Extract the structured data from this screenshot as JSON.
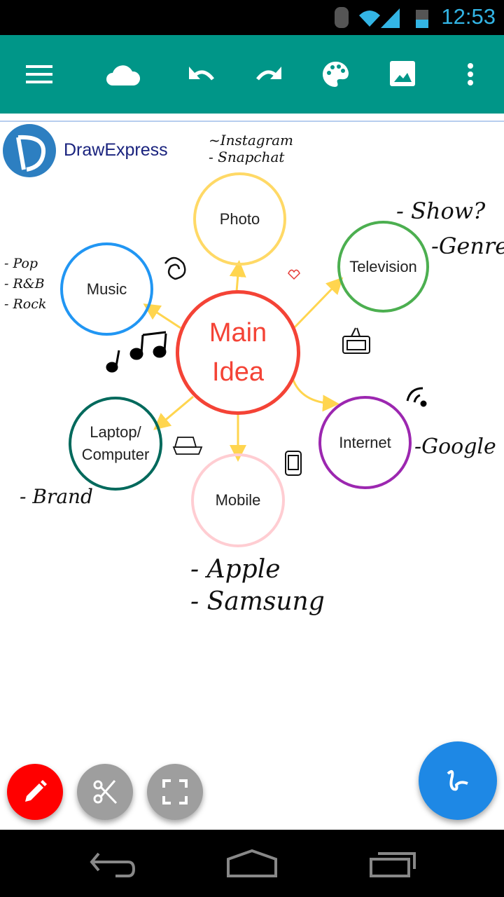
{
  "status_bar": {
    "time": "12:53"
  },
  "toolbar": {
    "icons": [
      "menu-icon",
      "cloud-icon",
      "undo-icon",
      "redo-icon",
      "palette-icon",
      "image-icon",
      "more-vert-icon"
    ]
  },
  "logo": {
    "text": "DrawExpress"
  },
  "mindmap": {
    "main": {
      "line1": "Main",
      "line2": "Idea",
      "color": "#f44336"
    },
    "photo": {
      "label": "Photo",
      "color": "#ffd966"
    },
    "television": {
      "label": "Television",
      "color": "#4caf50"
    },
    "music": {
      "label": "Music",
      "color": "#2196f3"
    },
    "laptop": {
      "line1": "Laptop/",
      "line2": "Computer",
      "color": "#00695c"
    },
    "internet": {
      "label": "Internet",
      "color": "#9c27b0"
    },
    "mobile": {
      "label": "Mobile",
      "color": "#ffcdd2"
    },
    "arrow_color": "#ffd54f"
  },
  "notes": {
    "photo": [
      "~Instagram",
      "- Snapchat"
    ],
    "television": [
      "- Show?",
      "-Genre"
    ],
    "music": [
      "- Pop",
      "- R&B",
      "- Rock"
    ],
    "laptop": [
      "- Brand"
    ],
    "internet": [
      "-Google"
    ],
    "mobile": [
      "- Apple",
      "- Samsung"
    ]
  },
  "fabs": {
    "pen_color": "#ff0000",
    "tool_color": "#9e9e9e",
    "draw_color": "#1e88e5"
  }
}
